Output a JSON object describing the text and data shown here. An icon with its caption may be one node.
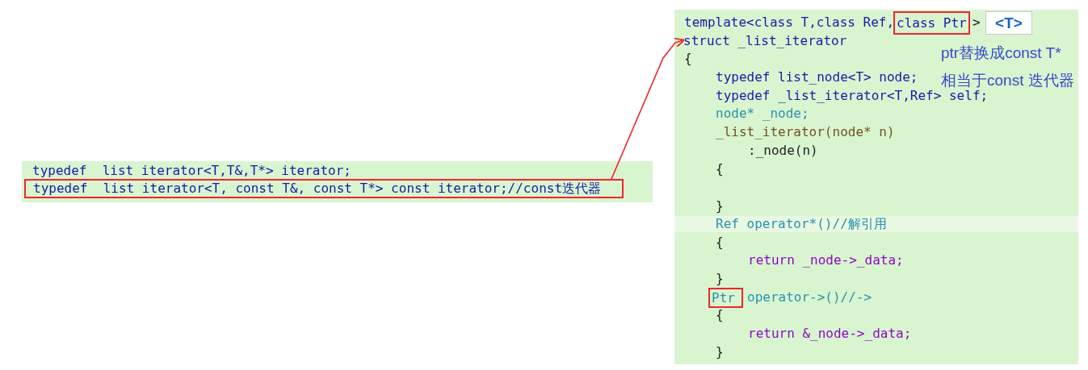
{
  "diagram": {
    "nodes": [
      {
        "text": [
          "class Ptr"
        ]
      },
      {
        "text": [
          "<T>"
        ]
      },
      {
        "text": [
          "struct _list_iterator"
        ]
      },
      {
        "text": [
          "Ptr"
        ]
      },
      {
        "text": [
          "typedef  list iterator<T, const T&, const T*> const iterator;//const迭代器"
        ]
      }
    ],
    "edges": [
      {
        "from": 4,
        "to": 2,
        "arrow": "to"
      }
    ],
    "labels": [
      "typedef  list iterator<T,T&,T*> iterator;",
      "template<class T,class Ref,",
      ">",
      "ptr替换成const T*",
      "{",
      "相当于const 迭代器",
      "typedef list_node<T> node;",
      "typedef _list_iterator<T,Ref> self;",
      "node* _node;",
      "_list_iterator(node* n)",
      ":_node(n)",
      "{",
      "}",
      "Ref operator*()//解引用",
      "{",
      "return _node->_data;",
      "}",
      "operator->()//->",
      "{",
      "return &_node->_data;",
      "}"
    ]
  }
}
